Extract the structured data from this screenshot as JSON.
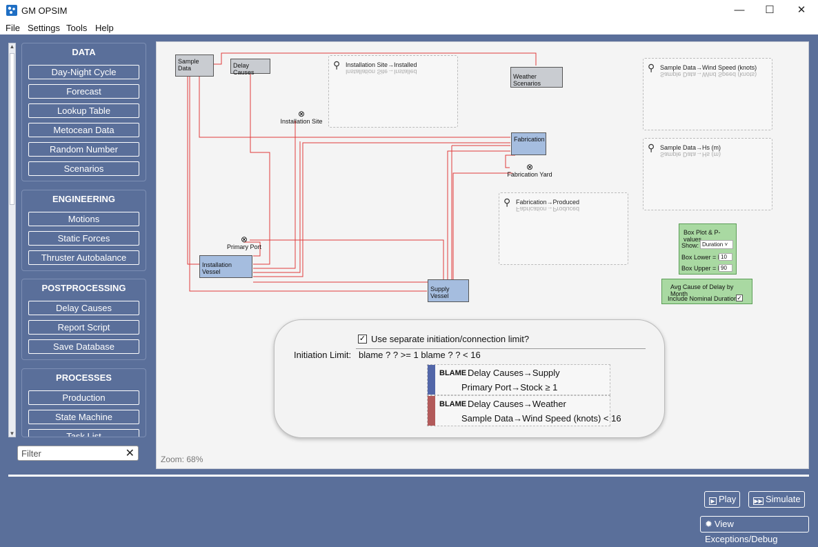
{
  "window": {
    "title": "GM OPSIM",
    "minimize": "—",
    "maximize": "☐",
    "close": "✕"
  },
  "menu": [
    "File",
    "Settings",
    "Tools",
    "Help"
  ],
  "sidebar": {
    "groups": [
      {
        "title": "DATA",
        "items": [
          "Day-Night Cycle",
          "Forecast",
          "Lookup Table",
          "Metocean Data",
          "Random Number",
          "Scenarios"
        ]
      },
      {
        "title": "ENGINEERING",
        "items": [
          "Motions",
          "Static Forces",
          "Thruster Autobalance"
        ]
      },
      {
        "title": "POSTPROCESSING",
        "items": [
          "Delay Causes",
          "Report Script",
          "Save Database"
        ]
      },
      {
        "title": "PROCESSES",
        "items": [
          "Production",
          "State Machine",
          "Task List"
        ]
      }
    ],
    "filter_placeholder": "Filter",
    "filter_clear": "✕"
  },
  "canvas": {
    "zoom": "Zoom: 68%",
    "nodes": {
      "sample_data": "Sample Data",
      "delay_causes": "Delay Causes",
      "weather_scenarios": "Weather Scenarios",
      "fabrication": "Fabrication",
      "installation_vessel": "Installation Vessel",
      "supply_vessel": "Supply Vessel"
    },
    "markers": {
      "installation_site": "Installation Site",
      "fabrication_yard": "Fabrication Yard",
      "primary_port": "Primary Port"
    },
    "probes": {
      "installation_installed": "Installation Site→Installed",
      "wind_speed": "Sample Data→Wind Speed (knots)",
      "hs": "Sample Data→Hs (m)",
      "fabrication_produced": "Fabrication→Produced"
    },
    "boxplot": {
      "title": "Box Plot & P-values",
      "show_label": "Show:",
      "show_value": "Duration",
      "lower_label": "Box Lower = P",
      "lower_value": "10",
      "upper_label": "Box Upper = P",
      "upper_value": "90"
    },
    "avgdelay": {
      "title": "Avg Cause of Delay by Month",
      "nominal_label": "Include Nominal Duration",
      "nominal_checked": "✓"
    }
  },
  "popup": {
    "check_label": "Use separate initiation/connection limit?",
    "checked": "✓",
    "init_label": "Initiation Limit:",
    "init_value": "blame ? ? >= 1 blame ? ? < 16",
    "blames": [
      {
        "tag": "BLAME",
        "line1": "Delay Causes→Supply",
        "line2": "Primary Port→Stock  ≥  1",
        "color": "#5266a8"
      },
      {
        "tag": "BLAME",
        "line1": "Delay Causes→Weather",
        "line2": "Sample Data→Wind Speed (knots)  <  16",
        "color": "#b25a5a"
      }
    ]
  },
  "actions": {
    "play": "Play",
    "simulate": "Simulate",
    "debug": "View Exceptions/Debug"
  },
  "colors": {
    "panel": "#5a6f9a",
    "link": "#e03a3a",
    "node_blue": "#a5bddf",
    "node_grey": "#c9ccd1",
    "green_panel": "#a9d9a2"
  }
}
